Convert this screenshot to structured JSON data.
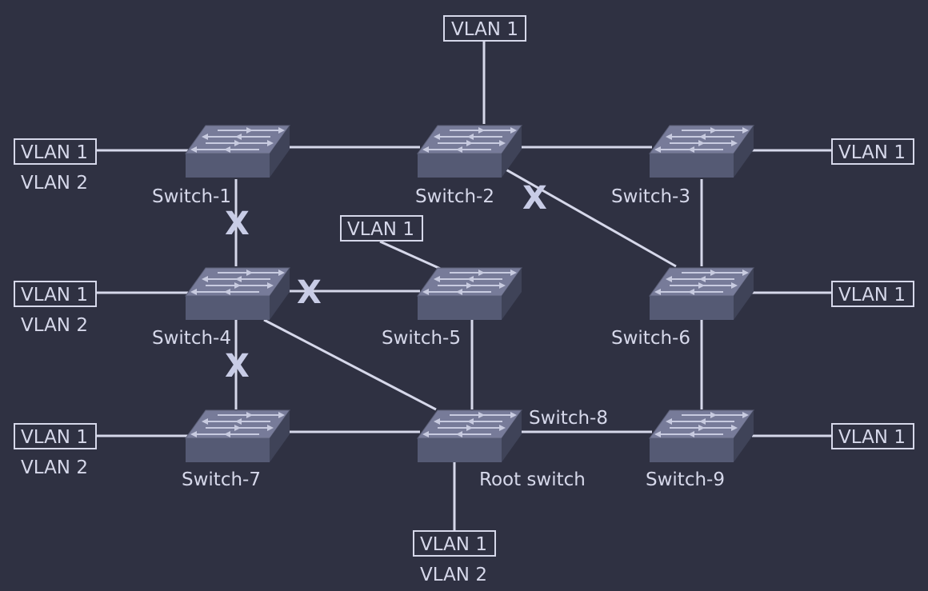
{
  "switches": {
    "sw1": {
      "label": "Switch-1"
    },
    "sw2": {
      "label": "Switch-2"
    },
    "sw3": {
      "label": "Switch-3"
    },
    "sw4": {
      "label": "Switch-4"
    },
    "sw5": {
      "label": "Switch-5"
    },
    "sw6": {
      "label": "Switch-6"
    },
    "sw7": {
      "label": "Switch-7"
    },
    "sw8": {
      "label": "Switch-8",
      "role": "Root switch"
    },
    "sw9": {
      "label": "Switch-9"
    }
  },
  "vlan_boxes": {
    "v_sw1": {
      "vlan1": "VLAN 1",
      "vlan2": "VLAN 2"
    },
    "v_sw2": {
      "vlan1": "VLAN 1"
    },
    "v_sw3": {
      "vlan1": "VLAN 1"
    },
    "v_sw4": {
      "vlan1": "VLAN 1",
      "vlan2": "VLAN 2"
    },
    "v_sw5": {
      "vlan1": "VLAN 1"
    },
    "v_sw6": {
      "vlan1": "VLAN 1"
    },
    "v_sw7": {
      "vlan1": "VLAN 1",
      "vlan2": "VLAN 2"
    },
    "v_sw8": {
      "vlan1": "VLAN 1",
      "vlan2": "VLAN 2"
    },
    "v_sw9": {
      "vlan1": "VLAN 1"
    }
  },
  "blocked_marker": "X",
  "colors": {
    "background": "#2f3142",
    "line": "#d6d8ea",
    "switch_top": "#777b99",
    "switch_front": "#555a74"
  }
}
